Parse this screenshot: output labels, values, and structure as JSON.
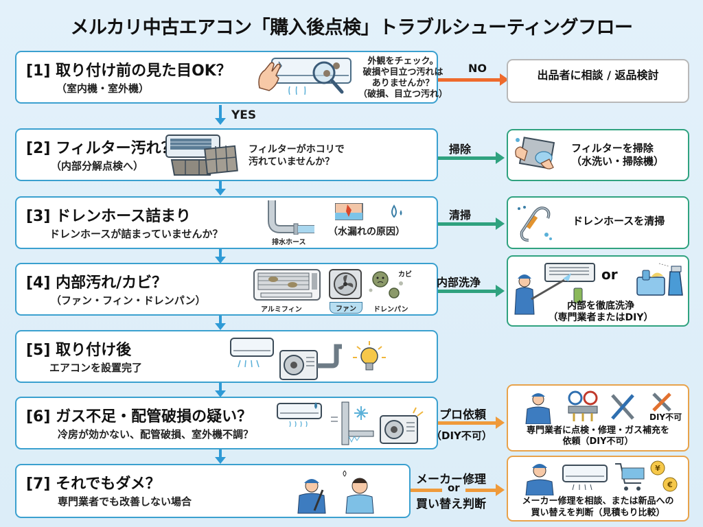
{
  "title": "メルカリ中古エアコン「購入後点検」トラブルシューティングフロー",
  "colors": {
    "step_border": "#3aa0cf",
    "flow_arrow": "#2e9ad6",
    "no_arrow": "#ee6a2c",
    "clean_arrow": "#2fa27f",
    "pro_arrow": "#ef9a3a"
  },
  "steps": [
    {
      "title": "[1] 取り付け前の見た目OK？",
      "subtitle": "（室内機・室外機）",
      "note": [
        "外観をチェック。",
        "破損や目立つ汚れは",
        "ありませんか？",
        "（破損、目立つ汚れ）"
      ],
      "icons": [
        "hand-icon",
        "air-conditioner-icon",
        "magnifier-icon"
      ]
    },
    {
      "title": "[2] フィルター汚れ？",
      "subtitle": "（内部分解点検へ）",
      "note": [
        "フィルターがホコリで",
        "汚れていませんか？"
      ],
      "icons": [
        "air-conditioner-open-icon",
        "dirty-filter-icon"
      ]
    },
    {
      "title": "[3] ドレンホース詰まり",
      "subtitle": "ドレンホースが詰まっていませんか？",
      "captions": [
        "排水ホース",
        "（水漏れの原因）"
      ],
      "icons": [
        "drain-hose-icon",
        "water-leak-icon",
        "water-drop-icon"
      ]
    },
    {
      "title": "[4] 内部汚れ/カビ？",
      "subtitle": "（ファン・フィン・ドレンパン）",
      "captions": [
        "アルミフィン",
        "ファン",
        "ドレンパン",
        "カビ"
      ],
      "icons": [
        "aluminum-fin-icon",
        "fan-icon",
        "mold-icon"
      ]
    },
    {
      "title": "[5] 取り付け後",
      "subtitle": "エアコンを設置完了",
      "icons": [
        "indoor-unit-icon",
        "outdoor-unit-icon",
        "light-bulb-icon"
      ]
    },
    {
      "title": "[6] ガス不足・配管破損の疑い？",
      "subtitle": "冷房が効かない、配管破損、室外機不調？",
      "icons": [
        "leaking-ac-icon",
        "frozen-pipe-icon",
        "outdoor-unit-icon"
      ]
    },
    {
      "title": "[7] それでもダメ？",
      "subtitle": "専門業者でも改善しない場合",
      "icons": [
        "technician-icon",
        "confused-person-icon"
      ]
    }
  ],
  "flow": {
    "yes_label": "YES"
  },
  "branches": [
    {
      "label": "NO",
      "result": [
        "出品者に相談 / 返品検討"
      ]
    },
    {
      "label": "掃除",
      "result": [
        "フィルターを掃除",
        "（水洗い・掃除機）"
      ]
    },
    {
      "label": "清掃",
      "result": [
        "ドレンホースを清掃"
      ]
    },
    {
      "label": "内部洗浄",
      "result": [
        "内部を徹底洗浄",
        "（専門業者またはDIY）"
      ],
      "or_label": "or"
    },
    {
      "label": "プロ依頼",
      "label2": "（DIY不可）",
      "result": [
        "専門業者に点検・修理・ガス補充を",
        "依頼（DIY不可）"
      ],
      "badge": "DIY不可"
    },
    {
      "label": "メーカー修理",
      "label_or": "or",
      "label2": "買い替え判断",
      "result": [
        "メーカー修理を相談、または新品への",
        "買い替えを判断（見積もり比較）"
      ]
    }
  ]
}
